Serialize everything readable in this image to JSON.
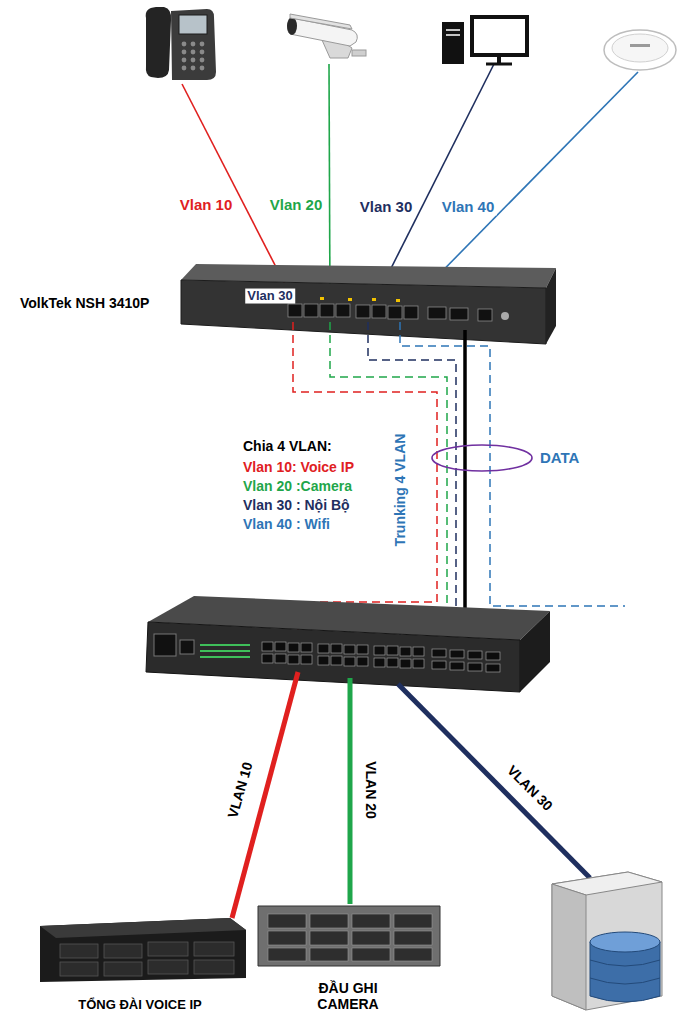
{
  "diagram": {
    "nodes": [
      {
        "text": [
          "VolkTek NSH 3410P"
        ]
      },
      {
        "text": [
          "TỔNG ĐÀI VOICE IP"
        ]
      },
      {
        "text": [
          "ĐẦU GHI CAMERA"
        ]
      }
    ],
    "labels": [
      "Vlan 10",
      "Vlan 20",
      "Vlan 30",
      "Vlan 40",
      "Vlan 30",
      "Chia 4 VLAN:",
      "Vlan 10: Voice IP",
      "Vlan 20 :Camera",
      "Vlan 30 : Nội Bộ",
      "Vlan 40 : Wifi",
      "Trunking 4 VLAN",
      "DATA",
      "VLAN 10",
      "VLAN 20",
      "VLAN 30"
    ]
  }
}
